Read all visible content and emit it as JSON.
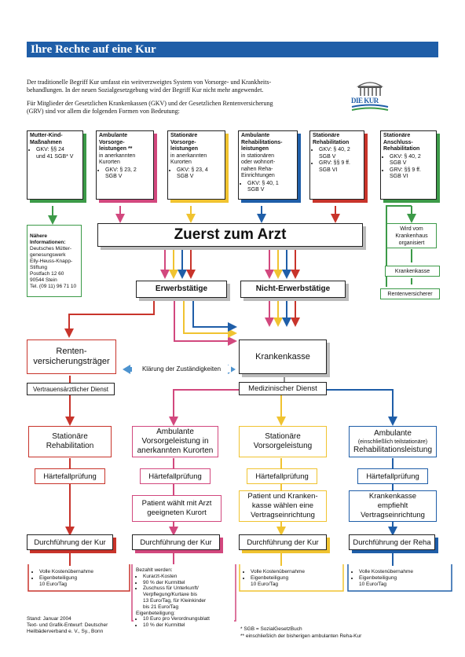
{
  "title": "Ihre Rechte auf eine Kur",
  "intro_p1": "Der traditionelle Begriff Kur umfasst ein weitverzweigtes System von Vorsorge- und Krankheits-\nbehandlungen. In der neuen Sozialgesetzgebung wird der Begriff Kur nicht mehr angewendet.",
  "intro_p2": "Für Mitglieder der Gesetzlichen Krankenkassen (GKV) und der Gesetzlichen Rentenversicherung\n(GRV) sind vor allem die folgenden Formen von Bedeutung:",
  "logo_text": "DIE KUR",
  "categories": [
    {
      "title": "Mutter-Kind-\nMaßnahmen",
      "body": "",
      "items": [
        "GKV: §§ 24\nund 41 SGB* V"
      ]
    },
    {
      "title": "Ambulante\nVorsorge-\nleistungen **",
      "body": "in anerkannten\nKurorten",
      "items": [
        "GKV: § 23, 2\nSGB V"
      ]
    },
    {
      "title": "Stationäre\nVorsorge-\nleistungen",
      "body": "in anerkannten\nKurorten",
      "items": [
        "GKV: § 23, 4\nSGB V"
      ]
    },
    {
      "title": "Ambulante\nRehabilitations-\nleistungen",
      "body": "in stationären\noder wohnort-\nnahen Reha-\nEinrichtungen",
      "items": [
        "GKV: § 40, 1\nSGB V"
      ]
    },
    {
      "title": "Stationäre\nRehabilitation",
      "body": "",
      "items": [
        "GKV: § 40, 2\nSGB V",
        "GRV: §§ 9 ff.\nSGB VI"
      ]
    },
    {
      "title": "Stationäre\nAnschluss-\nRehabilitation",
      "body": "",
      "items": [
        "GKV: § 40, 2\nSGB V",
        "GRV: §§ 9 ff.\nSGB VI"
      ]
    }
  ],
  "info_box": {
    "title": "Nähere\nInformationen:",
    "body": "Deutsches Mütter-\ngenesungswerk\nElly-Heuss-Knapp-\nStiftung\nPostfach 12 60\n90544 Stein\nTel. (09 11) 96 71 10"
  },
  "zuerst": "Zuerst zum Arzt",
  "hospital_note": "Wird vom\nKrankenhaus\norganisiert",
  "right_krankenkasse": "Krankenkasse",
  "right_rentenversicherer": "Rentenversicherer",
  "erwerbstaetige": "Erwerbstätige",
  "nicht_erwerbstaetige": "Nicht-Erwerbstätige",
  "rentenversicherungstraeger": "Renten-\nversicherungsträger",
  "krankenkasse": "Krankenkasse",
  "klaerung": "Klärung der Zuständigkeiten",
  "vertrauensarzt": "Vertrauensärztlicher Dienst",
  "med_dienst": "Medizinischer Dienst",
  "columns": [
    {
      "heading": "Stationäre\nRehabilitation",
      "haerte": "Härtefallprüfung",
      "step": "",
      "durch": "Durchführung der Kur",
      "items": [
        "Volle Kostenübernahme",
        "Eigenbeteiligung\n10 Euro/Tag"
      ]
    },
    {
      "heading": "Ambulante\nVorsorgeleistung in\nanerkannten Kurorten",
      "haerte": "Härtefallprüfung",
      "step": "Patient wählt mit Arzt\ngeeigneten Kurort",
      "durch": "Durchführung der Kur",
      "lead": "Bezahlt werden:",
      "items": [
        "Kurarzt-Kosten",
        "90 % der Kurmittel",
        "Zuschuss für Unterkunft/\nVerpflegung/Kurtaxe bis\n13 Euro/Tag, für Kleinkinder\nbis 21 Euro/Tag"
      ],
      "lead2": "Eigenbeteiligung:",
      "items2": [
        "10 Euro pro Verordnungsblatt",
        "10 % der Kurmittel"
      ]
    },
    {
      "heading": "Stationäre\nVorsorgeleistung",
      "haerte": "Härtefallprüfung",
      "step": "Patient und Kranken-\nkasse wählen eine\nVertragseinrichtung",
      "durch": "Durchführung der Kur",
      "items": [
        "Volle Kostenübernahme",
        "Eigenbeteiligung\n10 Euro/Tag"
      ]
    },
    {
      "heading": "Ambulante",
      "heading_small": "(einschließlich teilstationäre)",
      "heading_end": "Rehabilitationsleistung",
      "haerte": "Härtefallprüfung",
      "step": "Krankenkasse\nempfiehlt\nVertragseinrichtung",
      "durch": "Durchführung der Reha",
      "items": [
        "Volle Kostenübernahme",
        "Eigenbeteiligung\n10 Euro/Tag"
      ]
    }
  ],
  "footer_left": "Stand: Januar 2004\nText- und Grafik-Entwurf: Deutscher\nHeilbäderverband e. V., Sy., Bonn",
  "footnote1": "*    SGB = SozialGesetzBuch",
  "footnote2": "**  einschließlich der bisherigen ambulanten Reha-Kur",
  "colors": {
    "blue": "#1f5ea8",
    "green": "#3c9a48",
    "pink": "#d2487e",
    "yellow": "#f0c330",
    "red": "#c8342b"
  }
}
